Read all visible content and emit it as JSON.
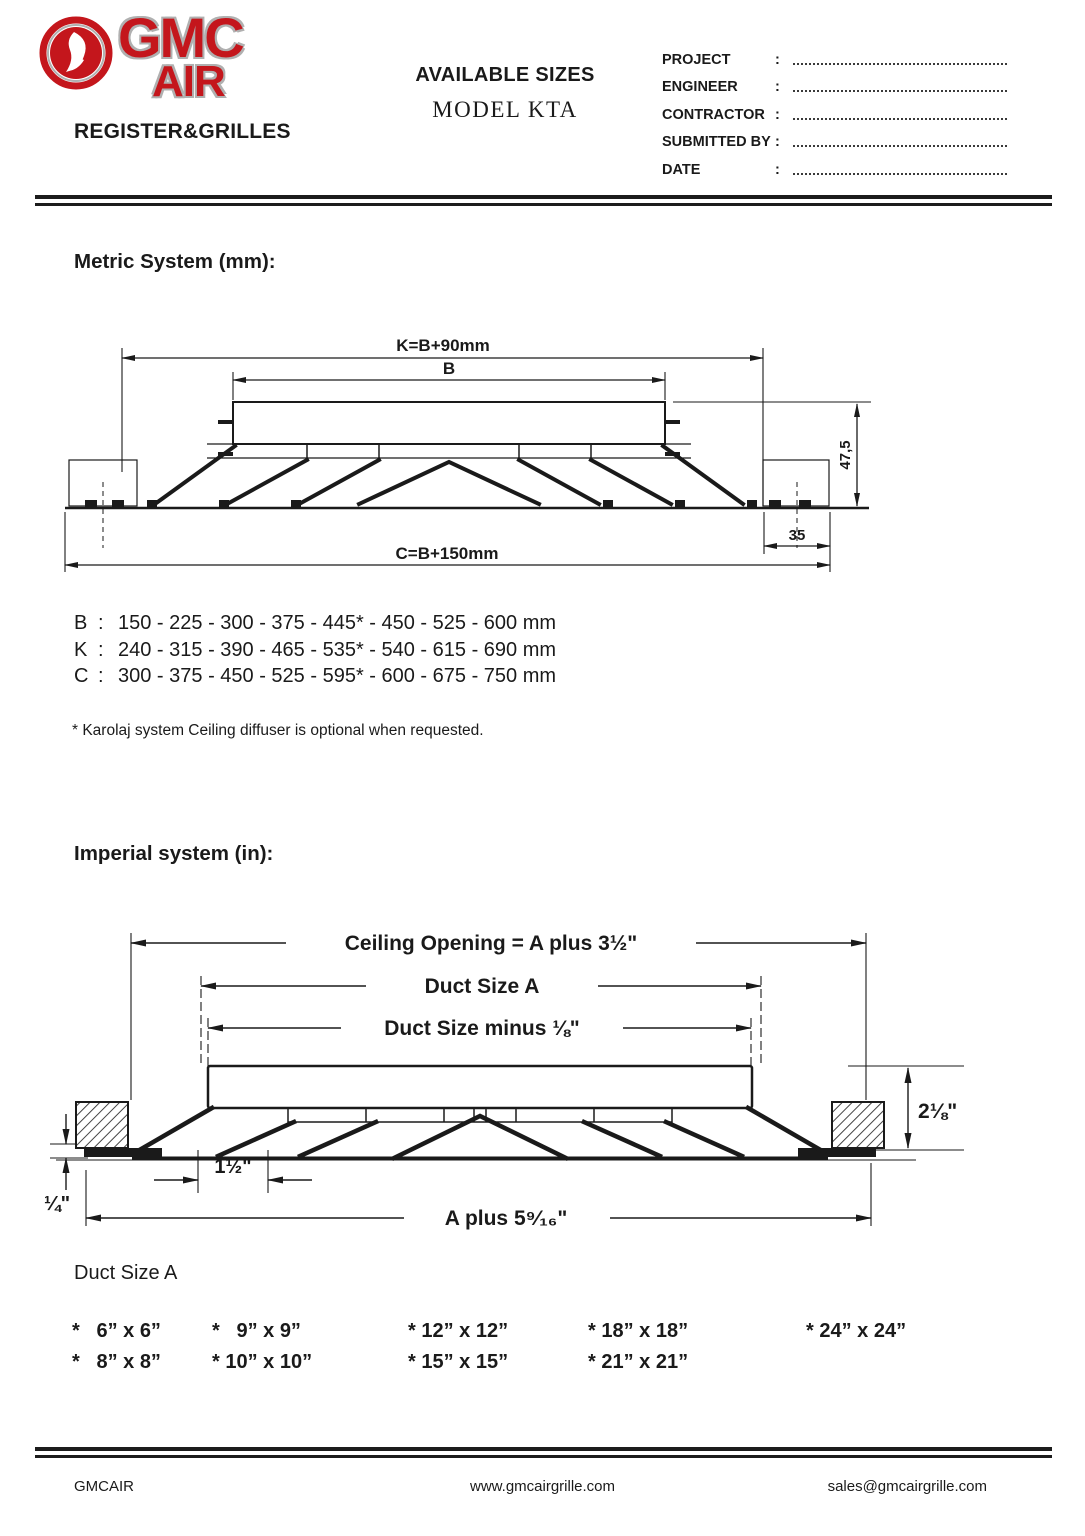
{
  "page": {
    "title_line1": "AVAILABLE SIZES",
    "title_line2": "MODEL KTA"
  },
  "logo": {
    "brand_top": "GMC",
    "brand_bottom": "AIR",
    "subtitle": "REGISTER&GRILLES"
  },
  "form": {
    "colon": ":",
    "rows": [
      {
        "label": "PROJECT"
      },
      {
        "label": "ENGINEER"
      },
      {
        "label": "CONTRACTOR"
      },
      {
        "label": "SUBMITTED BY"
      },
      {
        "label": "DATE"
      }
    ]
  },
  "metric": {
    "heading": "Metric System (mm):",
    "diagram": {
      "dim_k": "K=B+90mm",
      "dim_b": "B",
      "dim_c": "C=B+150mm",
      "dim_height": "47,5",
      "dim_35": "35"
    },
    "sizes": [
      {
        "label": "B",
        "sep": ":",
        "values": "150 - 225 - 300 - 375 - 445* - 450 - 525 - 600 mm"
      },
      {
        "label": "K",
        "sep": ":",
        "values": "240 - 315 - 390 - 465 - 535* - 540 - 615 - 690 mm"
      },
      {
        "label": "C",
        "sep": ":",
        "values": "300 - 375 - 450 - 525 - 595* - 600 - 675 - 750 mm"
      }
    ],
    "footnote": "* Karolaj system Ceiling diffuser is optional when requested."
  },
  "imperial": {
    "heading": "Imperial system (in):",
    "diagram": {
      "dim_ceiling": "Ceiling Opening = A plus 3½\"",
      "dim_duct": "Duct Size A",
      "dim_minus": "Duct Size minus ⅛\"",
      "dim_height": "2⅛\"",
      "dim_spacing": "1½\"",
      "dim_quarter": "¼\"",
      "dim_aplus": "A plus 5⁹⁄₁₆\""
    },
    "duct_title": "Duct Size A",
    "rows": [
      [
        "*   6” x 6”",
        "*   9” x 9”",
        "* 12” x 12”",
        "* 18” x 18”",
        "* 24” x 24”"
      ],
      [
        "*   8” x 8”",
        "* 10” x 10”",
        "* 15” x 15”",
        "* 21” x 21”",
        ""
      ]
    ]
  },
  "footer": {
    "left": "GMCAIR",
    "center": "www.gmcairgrille.com",
    "right": "sales@gmcairgrille.com"
  },
  "colors": {
    "brand_red": "#c4161c",
    "ink": "#1a1a1a"
  }
}
